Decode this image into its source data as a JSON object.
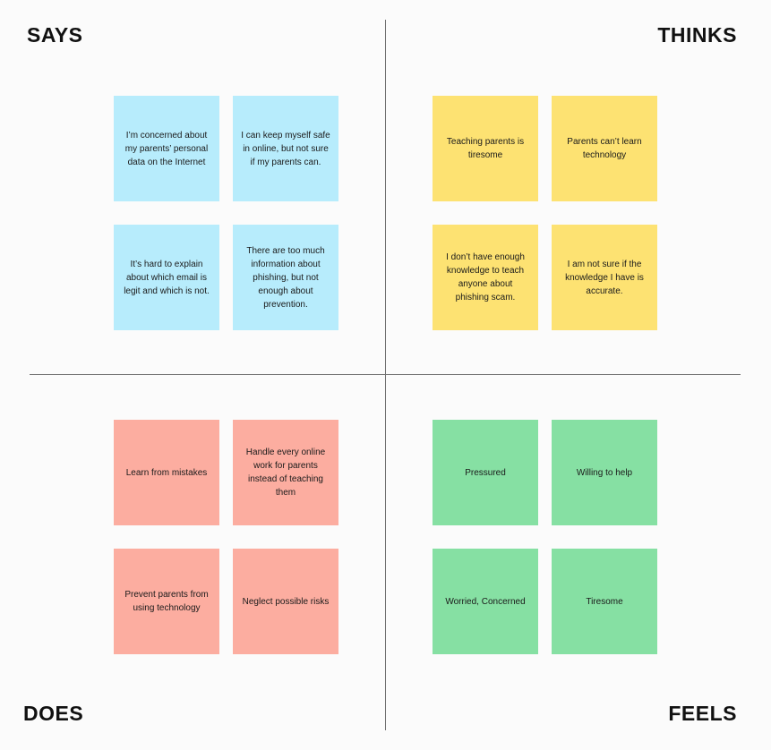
{
  "quadrants": {
    "says": {
      "title": "SAYS",
      "color": "#b7ecfc",
      "notes": [
        "I’m concerned about my parents’ personal data on the Internet",
        "I can keep myself safe in online, but not sure if my parents can.",
        "It’s hard to explain about which email is legit and which is not.",
        "There are too much information about phishing, but not enough about prevention."
      ]
    },
    "thinks": {
      "title": "THINKS",
      "color": "#fde272",
      "notes": [
        "Teaching parents is tiresome",
        "Parents can’t learn technology",
        "I don’t have enough knowledge to teach anyone about phishing scam.",
        "I am not sure if the knowledge I have is accurate."
      ]
    },
    "does": {
      "title": "DOES",
      "color": "#fcada0",
      "notes": [
        "Learn from mistakes",
        "Handle every online work for parents instead of teaching them",
        "Prevent parents from using technology",
        "Neglect possible risks"
      ]
    },
    "feels": {
      "title": "FEELS",
      "color": "#86e0a3",
      "notes": [
        "Pressured",
        "Willing to help",
        "Worried, Concerned",
        "Tiresome"
      ]
    }
  }
}
